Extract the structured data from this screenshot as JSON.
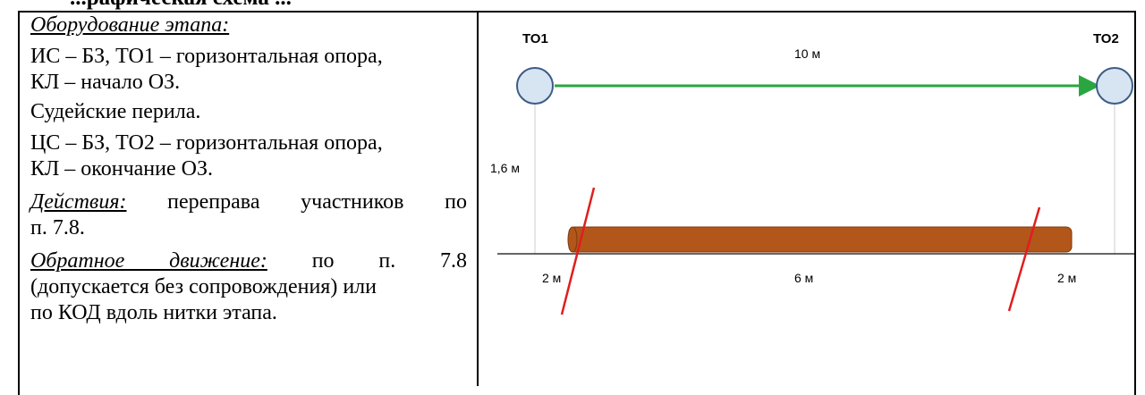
{
  "heading": {
    "text": "...рафическая схема ..."
  },
  "equipment": {
    "label": "Оборудование этапа:",
    "line1": "ИС – БЗ, ТО1 – горизонтальная опора,",
    "line2": "КЛ – начало ОЗ.",
    "line3": "Судейские перила.",
    "line4": "ЦС – БЗ, ТО2 – горизонтальная опора,",
    "line5": "КЛ – окончание ОЗ."
  },
  "actions": {
    "label": "Действия:",
    "text_a": " переправа участников по",
    "text_b": "п. 7.8."
  },
  "return": {
    "label": "Обратное движение:",
    "text_a": " по п. 7.8",
    "text_b": "(допускается без сопровождения) или",
    "text_c": "по КОД вдоль нитки этапа."
  },
  "diagram": {
    "to1_label": "ТО1",
    "to2_label": "ТО2",
    "span_label": "10 м",
    "height_label": "1,6 м",
    "left_margin_label": "2 м",
    "middle_label": "6 м",
    "right_margin_label": "2 м",
    "colors": {
      "support_fill": "#d7e4f2",
      "support_stroke": "#3b5c86",
      "rope": "#2aa640",
      "log_fill": "#b3561a",
      "log_stroke": "#7a3a10",
      "boundary": "#e01e1e",
      "ground": "#333333",
      "guide": "#cccccc"
    }
  }
}
